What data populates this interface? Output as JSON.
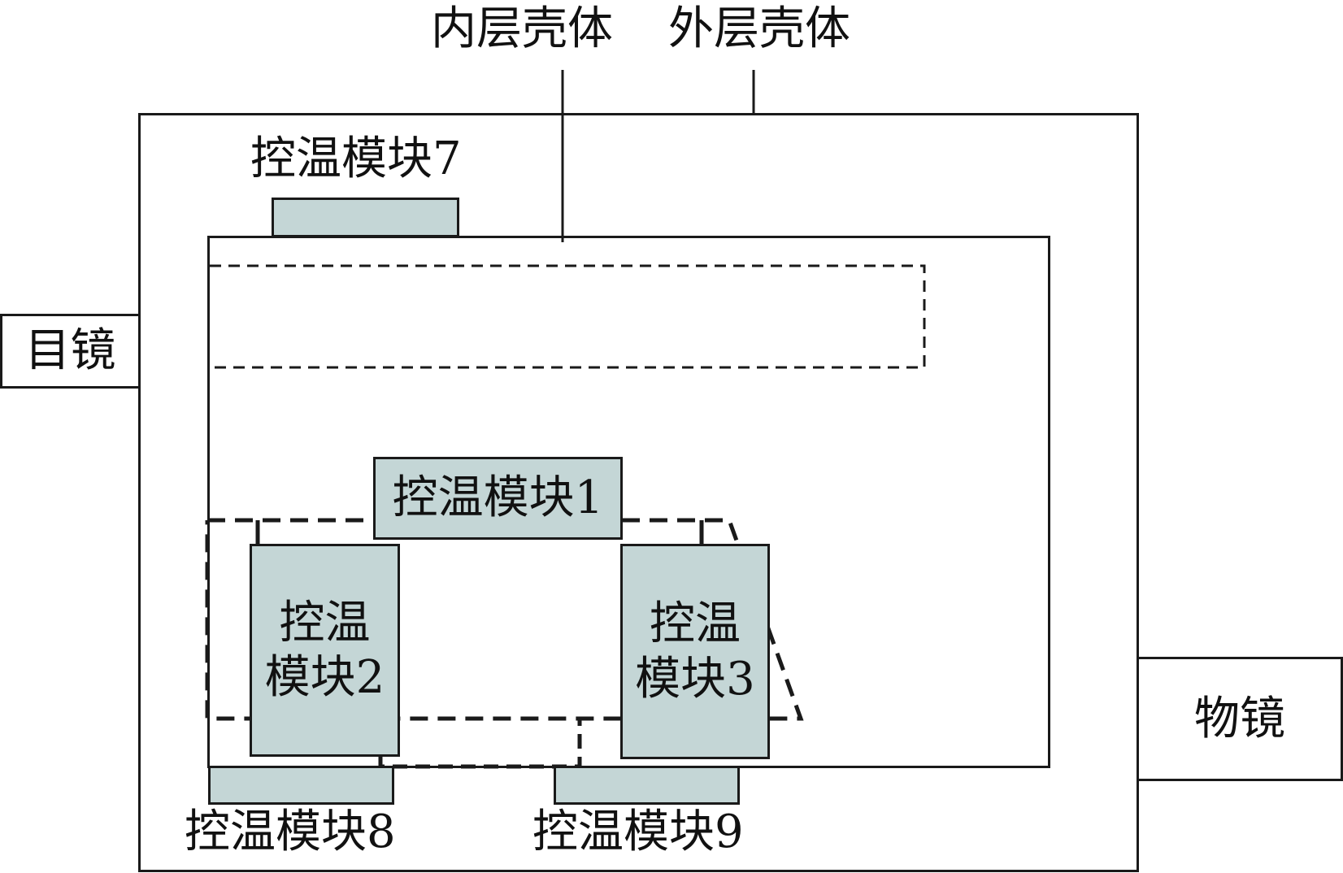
{
  "labels": {
    "inner_shell": "内层壳体",
    "outer_shell": "外层壳体",
    "eyepiece": "目镜",
    "objective": "物镜"
  },
  "modules": {
    "m1": "控温模块1",
    "m2": "控温\n模块2",
    "m3": "控温\n模块3",
    "m7": "控温模块7",
    "m8": "控温模块8",
    "m9": "控温模块9"
  },
  "colors": {
    "module_fill": "#c4d6d6",
    "line": "#1a1a1a"
  }
}
